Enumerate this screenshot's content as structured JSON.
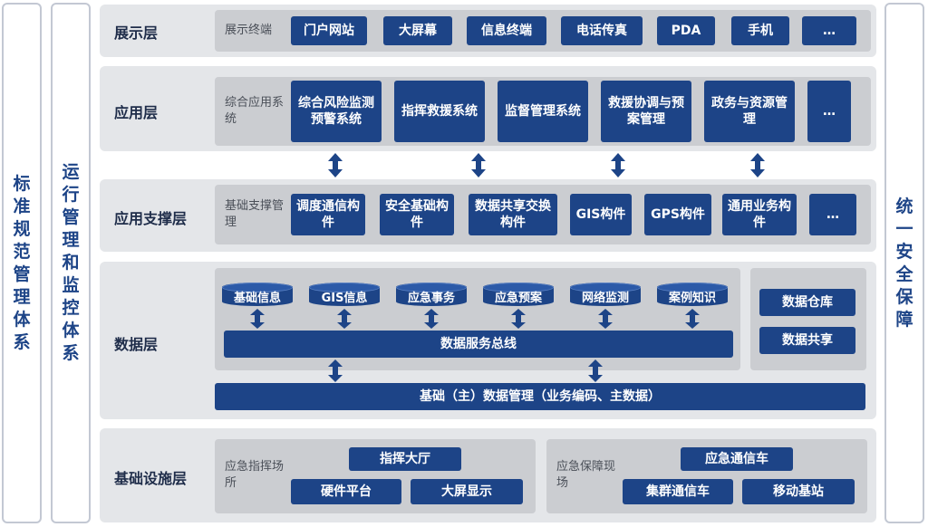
{
  "left_system_1": "标准规范管理体系",
  "left_system_2": "运行管理和监控体系",
  "right_system": "统一安全保障",
  "presentation": {
    "title": "展示层",
    "group": "展示终端",
    "items": [
      "门户网站",
      "大屏幕",
      "信息终端",
      "电话传真",
      "PDA",
      "手机",
      "…"
    ]
  },
  "application": {
    "title": "应用层",
    "group": "综合应用系统",
    "items": [
      "综合风险监测预警系统",
      "指挥救援系统",
      "监督管理系统",
      "救援协调与预案管理",
      "政务与资源管理",
      "…"
    ]
  },
  "support": {
    "title": "应用支撑层",
    "group": "基础支撑管理",
    "items": [
      "调度通信构件",
      "安全基础构件",
      "数据共享交换构件",
      "GIS构件",
      "GPS构件",
      "通用业务构件",
      "…"
    ]
  },
  "data": {
    "title": "数据层",
    "databases": [
      "基础信息",
      "GIS信息",
      "应急事务",
      "应急预案",
      "网络监测",
      "案例知识"
    ],
    "bus": "数据服务总线",
    "right_items": [
      "数据仓库",
      "数据共享"
    ],
    "base_management": "基础（主）数据管理（业务编码、主数据）"
  },
  "infrastructure": {
    "title": "基础设施层",
    "group1": {
      "label": "应急指挥场所",
      "items": [
        "指挥大厅",
        "硬件平台",
        "大屏显示"
      ]
    },
    "group2": {
      "label": "应急保障现场",
      "items": [
        "应急通信车",
        "集群通信车",
        "移动基站"
      ]
    }
  },
  "colors": {
    "accent": "#1d4487",
    "layer_bg": "#e4e6e9",
    "inner_bg": "#cbcdd1"
  }
}
